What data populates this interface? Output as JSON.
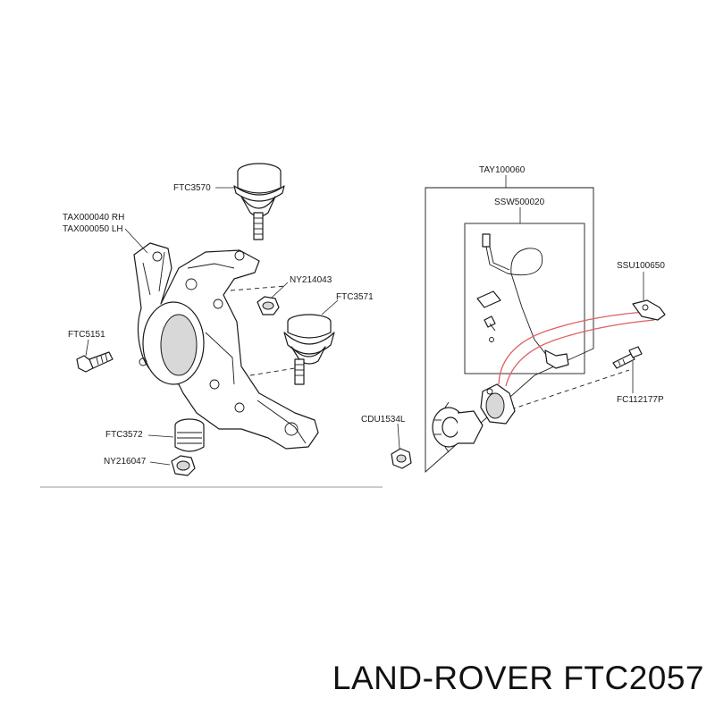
{
  "labels": {
    "ftc3570": "FTC3570",
    "tax000040": "TAX000040 RH",
    "tax000050": "TAX000050 LH",
    "ny214043": "NY214043",
    "ftc3571": "FTC3571",
    "ftc5151": "FTC5151",
    "ftc3572": "FTC3572",
    "ny216047": "NY216047",
    "cdu1534l": "CDU1534L",
    "tay100060": "TAY100060",
    "ssw500020": "SSW500020",
    "ssu100650": "SSU100650",
    "fc112177p": "FC112177P"
  },
  "caption": "LAND-ROVER FTC2057"
}
